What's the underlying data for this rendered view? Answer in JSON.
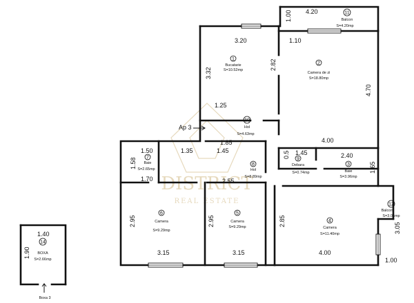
{
  "watermark": {
    "name": "DISTRICT",
    "tagline": "REAL ESTATE"
  },
  "apartment_label": "Ap 3",
  "rooms": [
    {
      "id": "bucatarie",
      "num": "1",
      "name": "Bucatarie",
      "area": "S=10.52mp"
    },
    {
      "id": "camera-de-zi",
      "num": "2",
      "name": "Camera de zi",
      "area": "S=18.80mp"
    },
    {
      "id": "baie-3",
      "num": "3",
      "name": "Baie",
      "area": "S=3.96mp"
    },
    {
      "id": "camera-4",
      "num": "4",
      "name": "Camera",
      "area": "S=11.40mp"
    },
    {
      "id": "camera-5",
      "num": "5",
      "name": "Camera",
      "area": "S=9.29mp"
    },
    {
      "id": "camera-6",
      "num": "6",
      "name": "Camera",
      "area": "S=9.29mp"
    },
    {
      "id": "baie-7",
      "num": "7",
      "name": "Baie",
      "area": "S=2.65mp"
    },
    {
      "id": "hol",
      "num": "8",
      "name": "Hol",
      "area": "S=8.89mp"
    },
    {
      "id": "debara",
      "num": "9",
      "name": "Debara",
      "area": "S=0.74mp"
    },
    {
      "id": "hol-10",
      "num": "10",
      "name": "Hol",
      "area": "S=4.63mp"
    },
    {
      "id": "balcon-11",
      "num": "11",
      "name": "Balcon",
      "area": "S=4.20mp"
    },
    {
      "id": "balcon-12",
      "num": "12",
      "name": "Balcon",
      "area": "S=3.05mp"
    },
    {
      "id": "boxa",
      "num": "14",
      "name": "BOXA",
      "area": "S=2.66mp"
    }
  ],
  "boxa_caption": "Boxa 3",
  "dimensions": {
    "d_4_20": "4.20",
    "d_1_00_top": "1.00",
    "d_1_10": "1.10",
    "d_3_20": "3.20",
    "d_3_32": "3.32",
    "d_2_82": "2.82",
    "d_1_25": "1.25",
    "d_4_70": "4.70",
    "d_4_00_top": "4.00",
    "d_1_85": "1.85",
    "d_1_50": "1.50",
    "d_1_35": "1.35",
    "d_1_45_a": "1.45",
    "d_1_45_b": "1.45",
    "d_0_5": "0.5",
    "d_2_40": "2.40",
    "d_1_65": "1.65",
    "d_1_58": "1.58",
    "d_1_70": "1.70",
    "d_2_55": "2.55",
    "d_2_95_a": "2.95",
    "d_2_95_b": "2.95",
    "d_2_85": "2.85",
    "d_3_05": "3.05",
    "d_3_15_a": "3.15",
    "d_3_15_b": "3.15",
    "d_4_00_bottom": "4.00",
    "d_1_00_bottom": "1.00",
    "d_1_40": "1.40",
    "d_1_90": "1.90"
  }
}
